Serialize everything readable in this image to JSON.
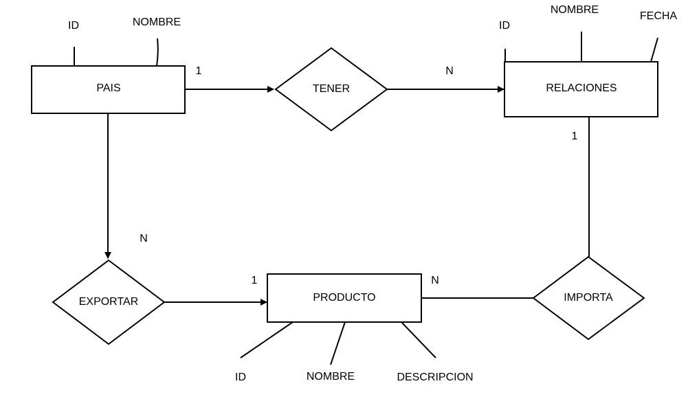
{
  "entities": {
    "pais": "PAIS",
    "relaciones": "RELACIONES",
    "producto": "PRODUCTO"
  },
  "relationships": {
    "tener": "TENER",
    "exportar": "EXPORTAR",
    "importa": "IMPORTA"
  },
  "attributes": {
    "pais_id": "ID",
    "pais_nombre": "NOMBRE",
    "relaciones_id": "ID",
    "relaciones_nombre": "NOMBRE",
    "relaciones_fecha": "FECHA",
    "producto_id": "ID",
    "producto_nombre": "NOMBRE",
    "producto_descripcion": "DESCRIPCION"
  },
  "cardinalities": {
    "pais_tener": "1",
    "tener_relaciones": "N",
    "relaciones_importa": "1",
    "pais_exportar": "N",
    "exportar_producto": "1",
    "producto_importa": "N"
  }
}
